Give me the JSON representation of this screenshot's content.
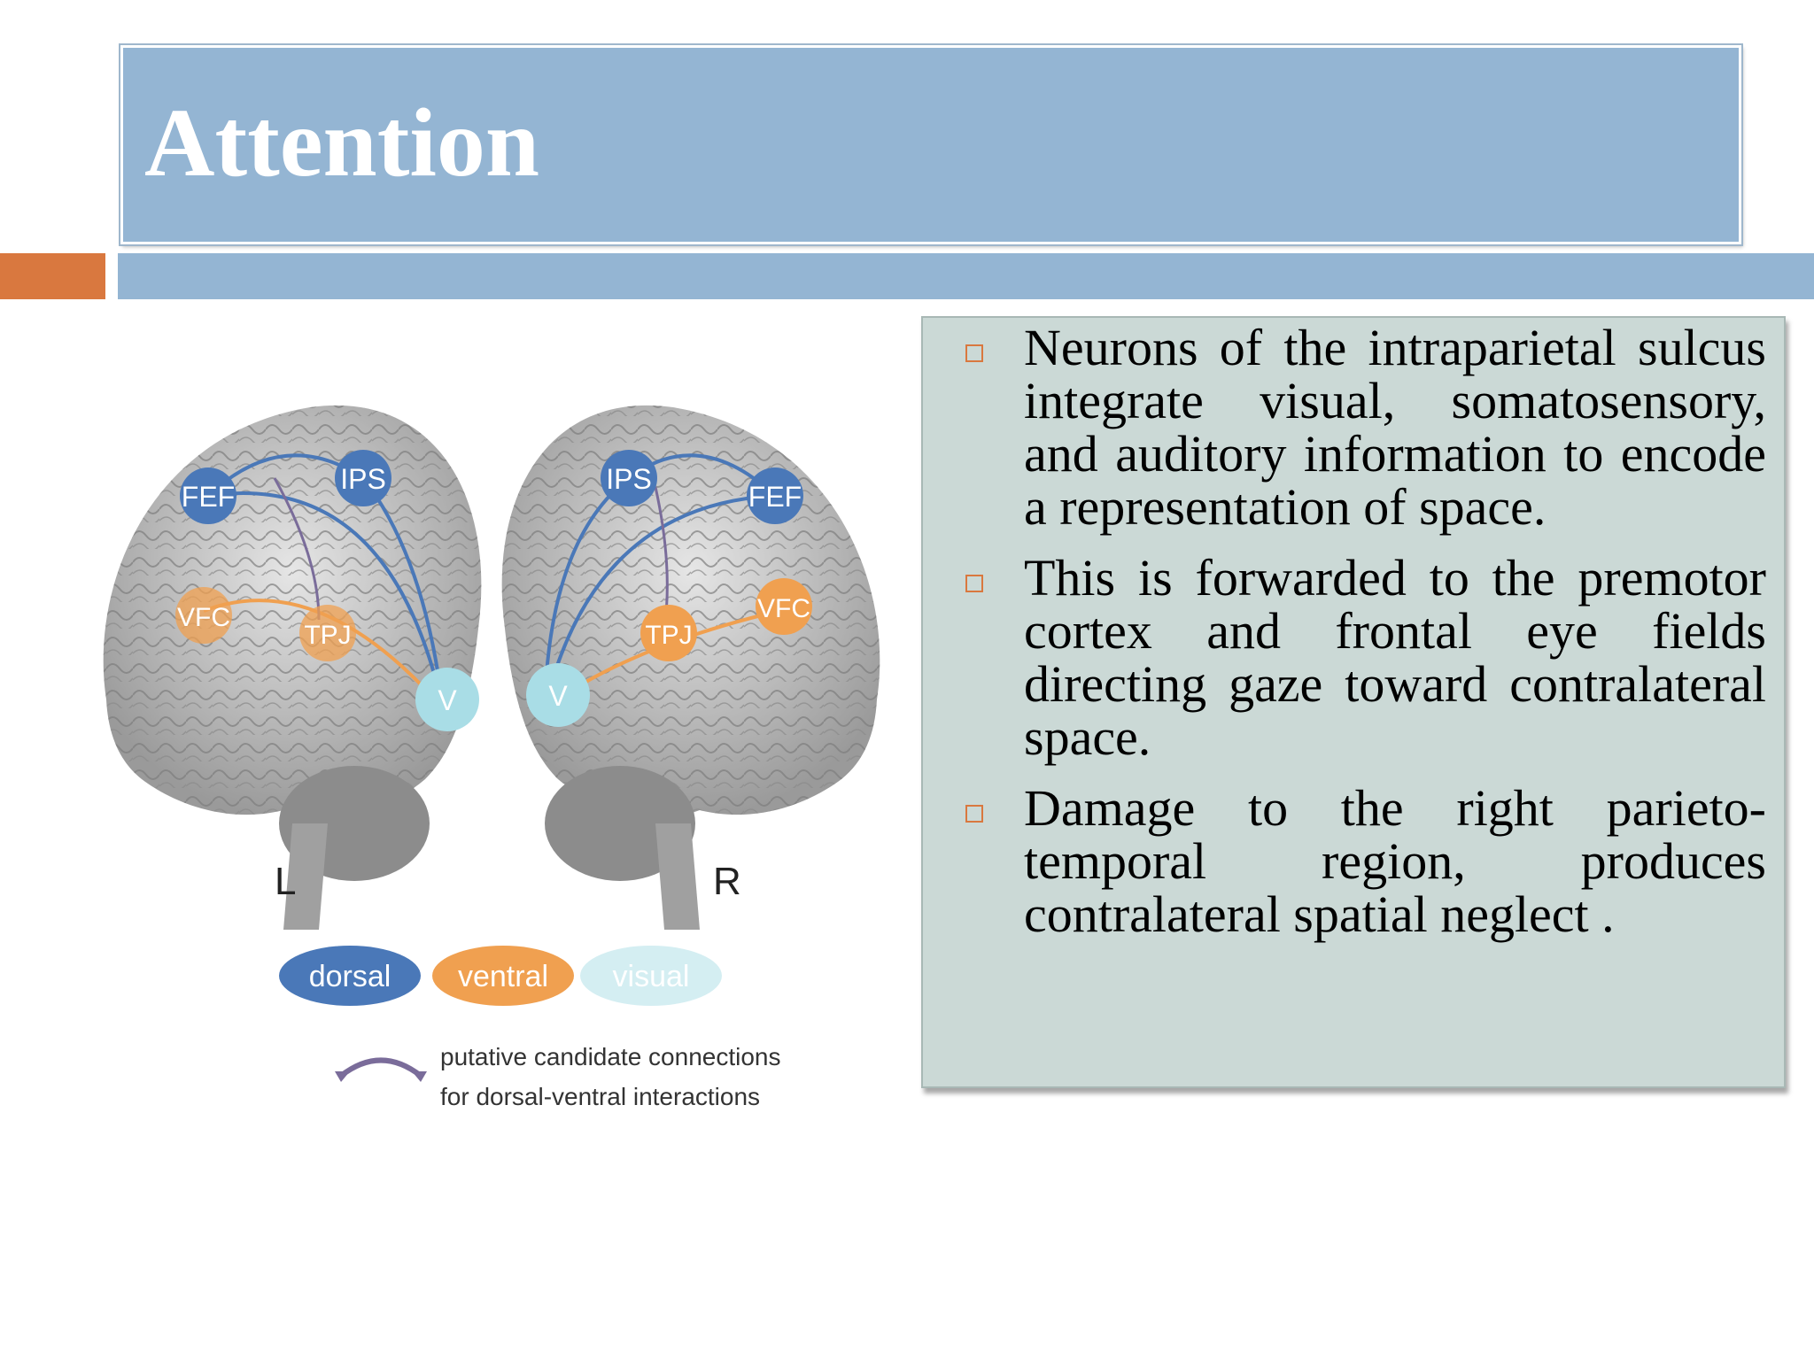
{
  "slide": {
    "title": "Attention",
    "colors": {
      "title_bar": "#94b5d3",
      "accent": "#d9783f",
      "panel": "#cbd9d6"
    }
  },
  "figure": {
    "left_hemisphere_label": "L",
    "right_hemisphere_label": "R",
    "regions": {
      "fef": "FEF",
      "ips": "IPS",
      "vfc": "VFC",
      "tpj": "TPJ",
      "v": "V"
    },
    "legend": {
      "dorsal": "dorsal",
      "ventral": "ventral",
      "visual": "visual",
      "connections_line1": "putative candidate connections",
      "connections_line2": "for dorsal-ventral interactions"
    },
    "colors": {
      "dorsal": "#4a78b8",
      "ventral": "#f0a050",
      "visual": "#a9dde6",
      "connection": "#7a6c9a"
    }
  },
  "bullets": [
    {
      "icon": "square-bullet-icon",
      "text": "Neurons of the intraparietal sulcus integrate visual, somatosensory, and auditory information to encode a representation of space."
    },
    {
      "icon": "square-bullet-icon",
      "text": "This is forwarded to the premotor cortex and frontal eye fields directing gaze toward contralateral space."
    },
    {
      "icon": "square-bullet-icon",
      "text": "Damage to the right parieto-temporal region, produces contralateral spatial neglect ."
    }
  ]
}
